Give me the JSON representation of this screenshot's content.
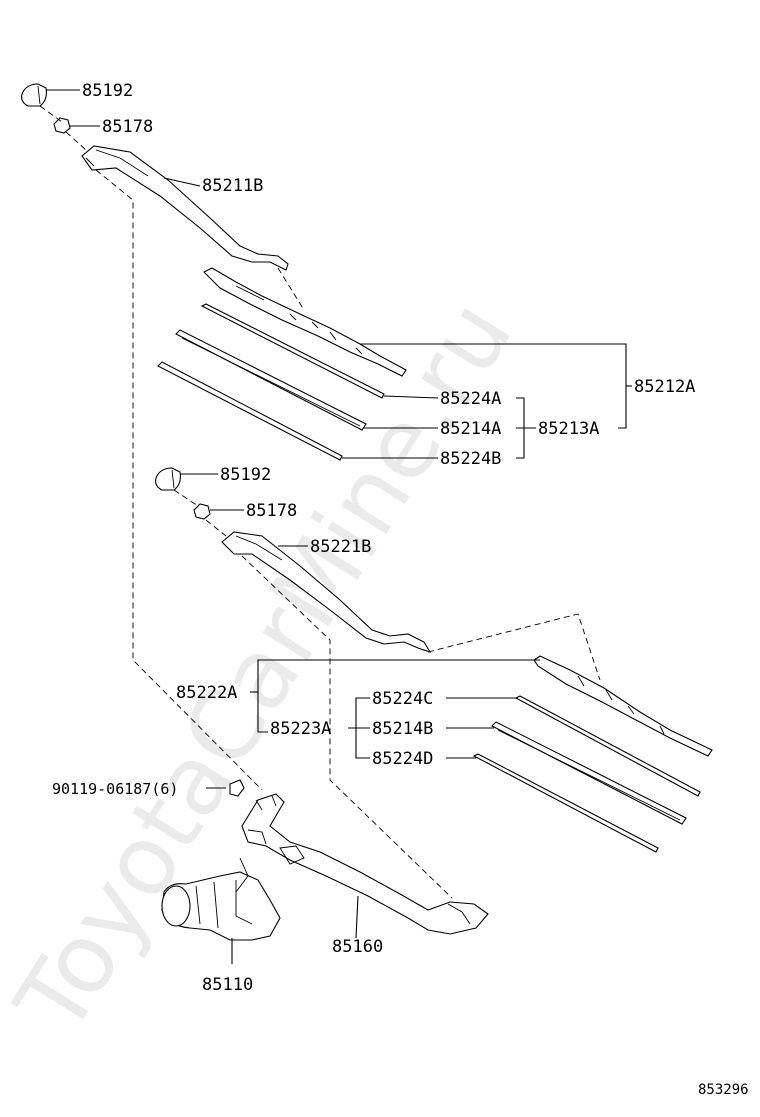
{
  "watermark": "ToyotaCarMine.ru",
  "figure_number": "853296",
  "labels": {
    "p85192_top": "85192",
    "p85178_top": "85178",
    "p85211B": "85211B",
    "p85212A": "85212A",
    "p85224A": "85224A",
    "p85214A": "85214A",
    "p85213A": "85213A",
    "p85224B": "85224B",
    "p85192_mid": "85192",
    "p85178_mid": "85178",
    "p85221B": "85221B",
    "p85222A": "85222A",
    "p85224C": "85224C",
    "p85223A": "85223A",
    "p85214B": "85214B",
    "p85224D": "85224D",
    "p90119": "90119-06187(6)",
    "p85160": "85160",
    "p85110": "85110"
  }
}
